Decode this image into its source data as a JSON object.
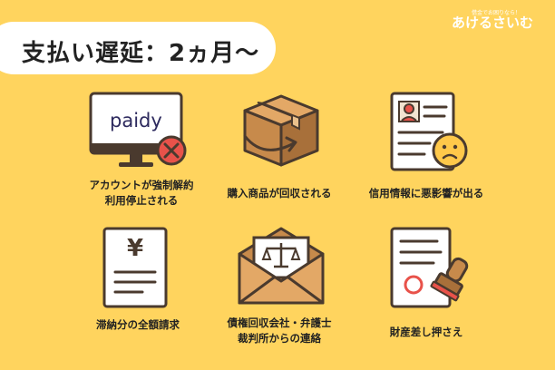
{
  "title": "支払い遅延：2ヵ月〜",
  "logo": {
    "main": "あけるさいむ",
    "sub": "借金でお困りなら！"
  },
  "monitor_brand": "paidy",
  "items": [
    {
      "lines": [
        "アカウントが強制解約",
        "利用停止される"
      ],
      "icon": "monitor-x-icon"
    },
    {
      "lines": [
        "購入商品が回収される"
      ],
      "icon": "package-return-icon"
    },
    {
      "lines": [
        "信用情報に悪影響が出る"
      ],
      "icon": "document-sad-face-icon"
    },
    {
      "lines": [
        "滞納分の全額請求"
      ],
      "icon": "yen-document-icon"
    },
    {
      "lines": [
        "債権回収会社・弁護士",
        "裁判所からの連絡"
      ],
      "icon": "legal-envelope-icon"
    },
    {
      "lines": [
        "財産差し押さえ"
      ],
      "icon": "document-stamp-icon"
    }
  ],
  "colors": {
    "background": "#FFD45E",
    "stroke": "#4A3A2E",
    "red": "#E8524A",
    "box": "#C78A4B"
  }
}
